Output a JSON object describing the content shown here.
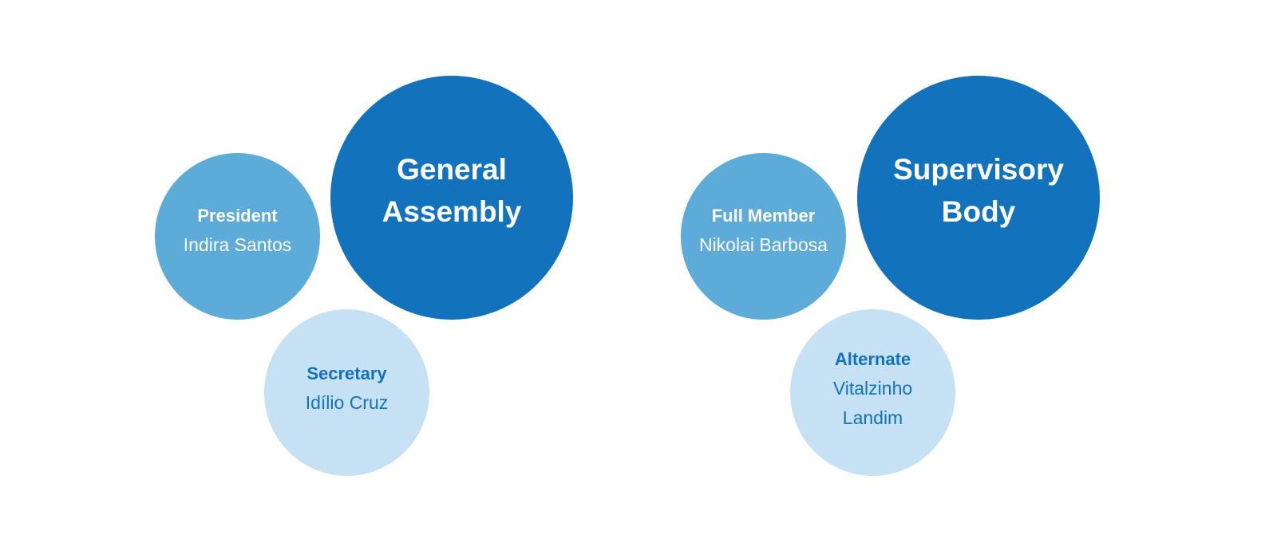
{
  "groups": [
    {
      "title": "General Assembly",
      "primary_role": {
        "title": "President",
        "name": "Indira Santos"
      },
      "secondary_role": {
        "title": "Secretary",
        "name": "Idílio Cruz"
      }
    },
    {
      "title": "Supervisory Body",
      "primary_role": {
        "title": "Full Member",
        "name": "Nikolai Barbosa"
      },
      "secondary_role": {
        "title": "Alternate",
        "name": "Vitalzinho Landim"
      }
    }
  ],
  "colors": {
    "main_circle": "#1272bc",
    "primary_role_circle": "#5cabd8",
    "secondary_role_circle": "#c6e0f4",
    "text_light": "#ffffff",
    "text_dark": "#1272bc"
  }
}
